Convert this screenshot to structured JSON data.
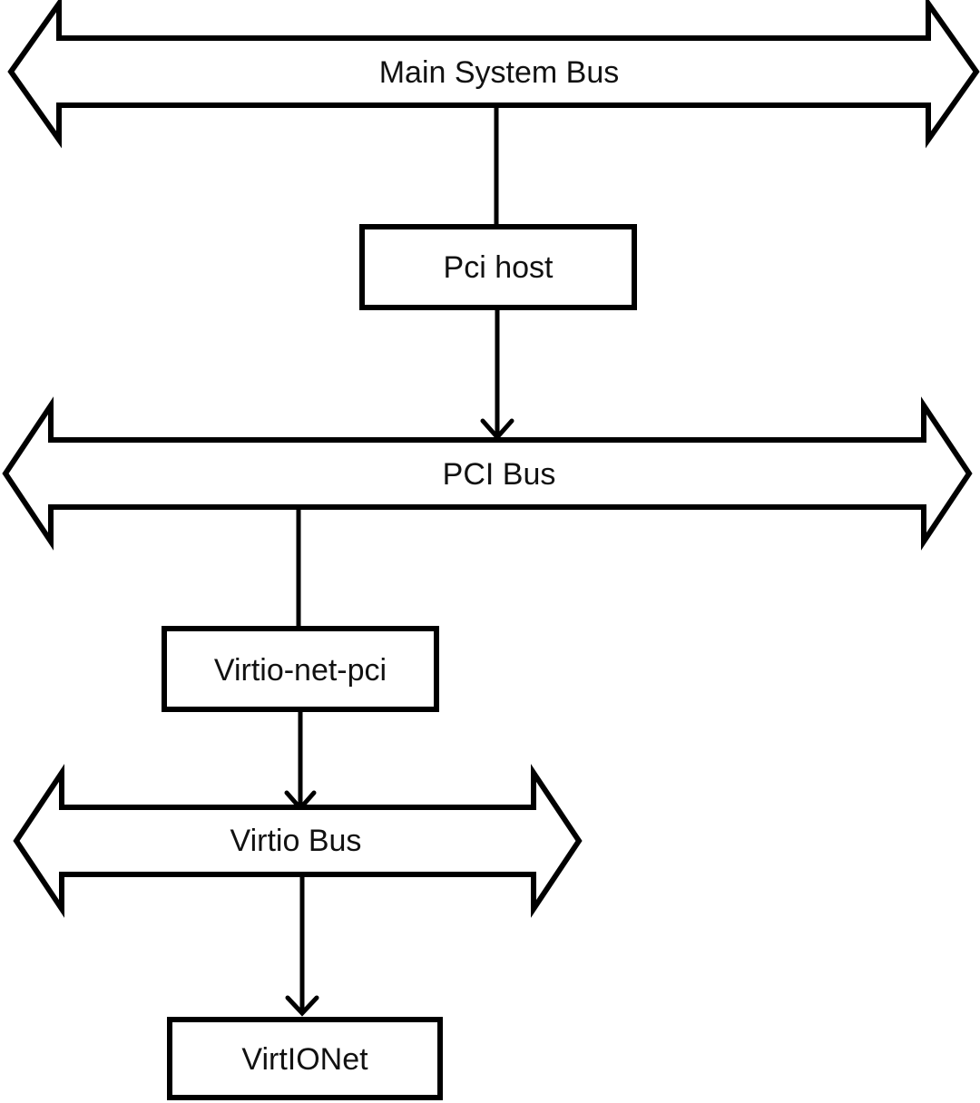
{
  "colors": {
    "stroke": "#000000",
    "background": "#ffffff",
    "text": "#111111"
  },
  "buses": {
    "main_system_bus": {
      "label": "Main System Bus"
    },
    "pci_bus": {
      "label": "PCI Bus"
    },
    "virtio_bus": {
      "label": "Virtio Bus"
    }
  },
  "boxes": {
    "pci_host": {
      "label": "Pci host"
    },
    "virtio_net_pci": {
      "label": "Virtio-net-pci"
    },
    "virtionet": {
      "label": "VirtIONet"
    }
  }
}
